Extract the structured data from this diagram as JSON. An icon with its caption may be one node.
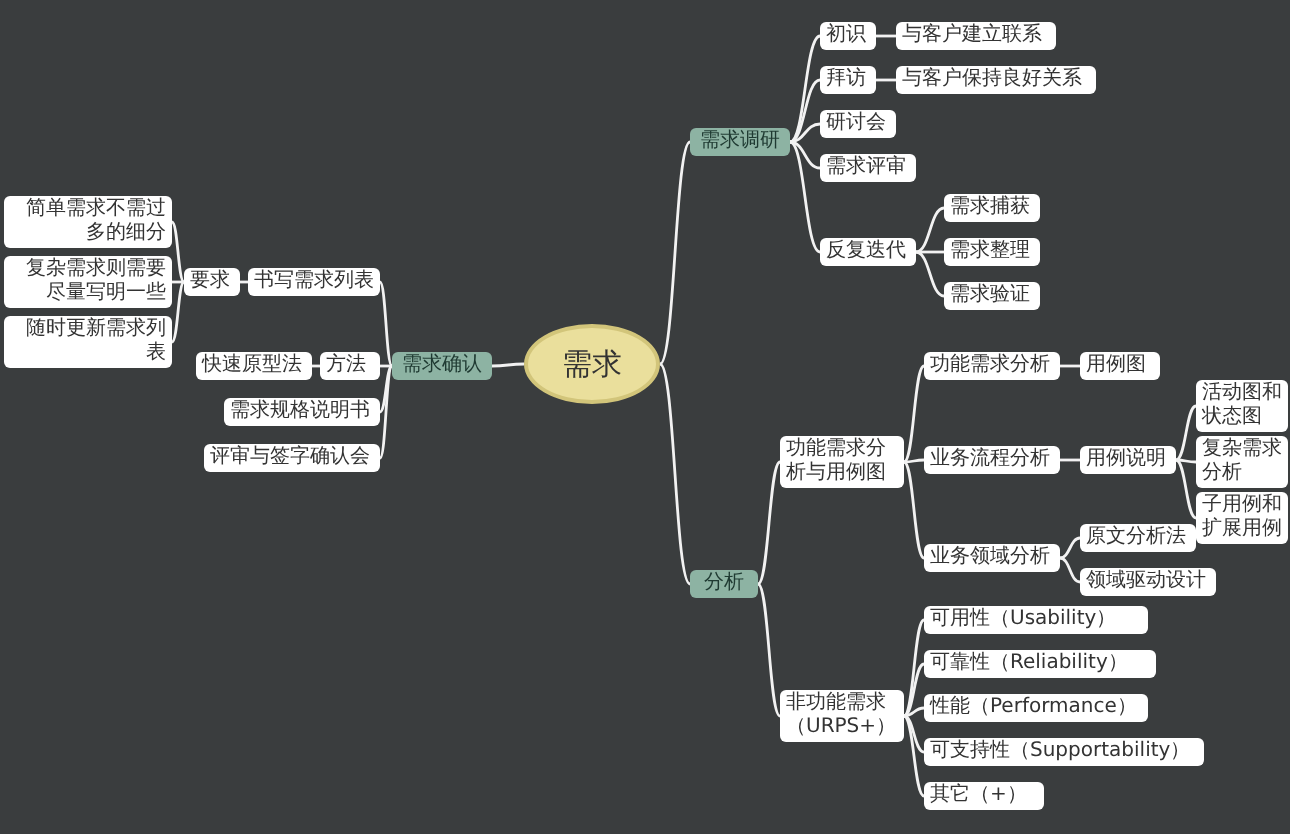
{
  "diagram": {
    "nodes": [
      {
        "text": [
          "需求"
        ]
      },
      {
        "text": [
          "需求调研"
        ]
      },
      {
        "text": [
          "初识"
        ]
      },
      {
        "text": [
          "与客户建立联系"
        ]
      },
      {
        "text": [
          "拜访"
        ]
      },
      {
        "text": [
          "与客户保持良好关系"
        ]
      },
      {
        "text": [
          "研讨会"
        ]
      },
      {
        "text": [
          "需求评审"
        ]
      },
      {
        "text": [
          "反复迭代"
        ]
      },
      {
        "text": [
          "需求捕获"
        ]
      },
      {
        "text": [
          "需求整理"
        ]
      },
      {
        "text": [
          "需求验证"
        ]
      },
      {
        "text": [
          "需求确认"
        ]
      },
      {
        "text": [
          "书写需求列表"
        ]
      },
      {
        "text": [
          "要求"
        ]
      },
      {
        "text": [
          "简单需求不需过多的细分"
        ]
      },
      {
        "text": [
          "复杂需求则需要尽量写明一些"
        ]
      },
      {
        "text": [
          "随时更新需求列表"
        ]
      },
      {
        "text": [
          "方法"
        ]
      },
      {
        "text": [
          "快速原型法"
        ]
      },
      {
        "text": [
          "需求规格说明书"
        ]
      },
      {
        "text": [
          "评审与签字确认会"
        ]
      },
      {
        "text": [
          "分析"
        ]
      },
      {
        "text": [
          "功能需求分析与用例图"
        ]
      },
      {
        "text": [
          "功能需求分析"
        ]
      },
      {
        "text": [
          "用例图"
        ]
      },
      {
        "text": [
          "业务流程分析"
        ]
      },
      {
        "text": [
          "用例说明"
        ]
      },
      {
        "text": [
          "活动图和状态图"
        ]
      },
      {
        "text": [
          "复杂需求分析"
        ]
      },
      {
        "text": [
          "子用例和扩展用例"
        ]
      },
      {
        "text": [
          "业务领域分析"
        ]
      },
      {
        "text": [
          "原文分析法"
        ]
      },
      {
        "text": [
          "领域驱动设计"
        ]
      },
      {
        "text": [
          "非功能需求（URPS+）"
        ]
      },
      {
        "text": [
          "可用性（Usability）"
        ]
      },
      {
        "text": [
          "可靠性（Reliability）"
        ]
      },
      {
        "text": [
          "性能（Performance）"
        ]
      },
      {
        "text": [
          "可支持性（Supportability）"
        ]
      },
      {
        "text": [
          "其它（+）"
        ]
      }
    ],
    "edges": [
      {
        "from": 0,
        "to": 1,
        "arrow": "none"
      },
      {
        "from": 1,
        "to": 2,
        "arrow": "none"
      },
      {
        "from": 2,
        "to": 3,
        "arrow": "none"
      },
      {
        "from": 1,
        "to": 4,
        "arrow": "none"
      },
      {
        "from": 4,
        "to": 5,
        "arrow": "none"
      },
      {
        "from": 1,
        "to": 6,
        "arrow": "none"
      },
      {
        "from": 1,
        "to": 7,
        "arrow": "none"
      },
      {
        "from": 1,
        "to": 8,
        "arrow": "none"
      },
      {
        "from": 8,
        "to": 9,
        "arrow": "none"
      },
      {
        "from": 8,
        "to": 10,
        "arrow": "none"
      },
      {
        "from": 8,
        "to": 11,
        "arrow": "none"
      },
      {
        "from": 0,
        "to": 12,
        "arrow": "none"
      },
      {
        "from": 12,
        "to": 13,
        "arrow": "none"
      },
      {
        "from": 13,
        "to": 14,
        "arrow": "none"
      },
      {
        "from": 14,
        "to": 15,
        "arrow": "none"
      },
      {
        "from": 14,
        "to": 16,
        "arrow": "none"
      },
      {
        "from": 14,
        "to": 17,
        "arrow": "none"
      },
      {
        "from": 12,
        "to": 18,
        "arrow": "none"
      },
      {
        "from": 18,
        "to": 19,
        "arrow": "none"
      },
      {
        "from": 12,
        "to": 20,
        "arrow": "none"
      },
      {
        "from": 12,
        "to": 21,
        "arrow": "none"
      },
      {
        "from": 0,
        "to": 22,
        "arrow": "none"
      },
      {
        "from": 22,
        "to": 23,
        "arrow": "none"
      },
      {
        "from": 23,
        "to": 24,
        "arrow": "none"
      },
      {
        "from": 24,
        "to": 25,
        "arrow": "none"
      },
      {
        "from": 23,
        "to": 26,
        "arrow": "none"
      },
      {
        "from": 26,
        "to": 27,
        "arrow": "none"
      },
      {
        "from": 27,
        "to": 28,
        "arrow": "none"
      },
      {
        "from": 27,
        "to": 29,
        "arrow": "none"
      },
      {
        "from": 27,
        "to": 30,
        "arrow": "none"
      },
      {
        "from": 23,
        "to": 31,
        "arrow": "none"
      },
      {
        "from": 31,
        "to": 32,
        "arrow": "none"
      },
      {
        "from": 31,
        "to": 33,
        "arrow": "none"
      },
      {
        "from": 22,
        "to": 34,
        "arrow": "none"
      },
      {
        "from": 34,
        "to": 35,
        "arrow": "none"
      },
      {
        "from": 34,
        "to": 36,
        "arrow": "none"
      },
      {
        "from": 34,
        "to": 37,
        "arrow": "none"
      },
      {
        "from": 34,
        "to": 38,
        "arrow": "none"
      },
      {
        "from": 34,
        "to": 39,
        "arrow": "none"
      }
    ]
  }
}
